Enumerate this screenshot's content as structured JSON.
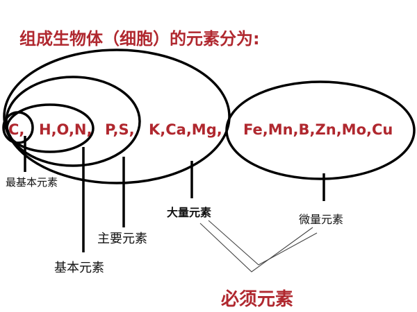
{
  "title": "组成生物体（细胞）的元素分为:",
  "groups": {
    "c": "C,",
    "hon": "H,O,N,",
    "ps": "P,S,",
    "kcamg": "K,Ca,Mg,",
    "micro": "Fe,Mn,B,Zn,Mo,Cu"
  },
  "labels": {
    "most_basic": "最基本元素",
    "basic": "基本元素",
    "main": "主要元素",
    "macro": "大量元素",
    "micro": "微量元素",
    "essential": "必须元素"
  },
  "colors": {
    "accent": "#b0282f",
    "line": "#000000"
  }
}
